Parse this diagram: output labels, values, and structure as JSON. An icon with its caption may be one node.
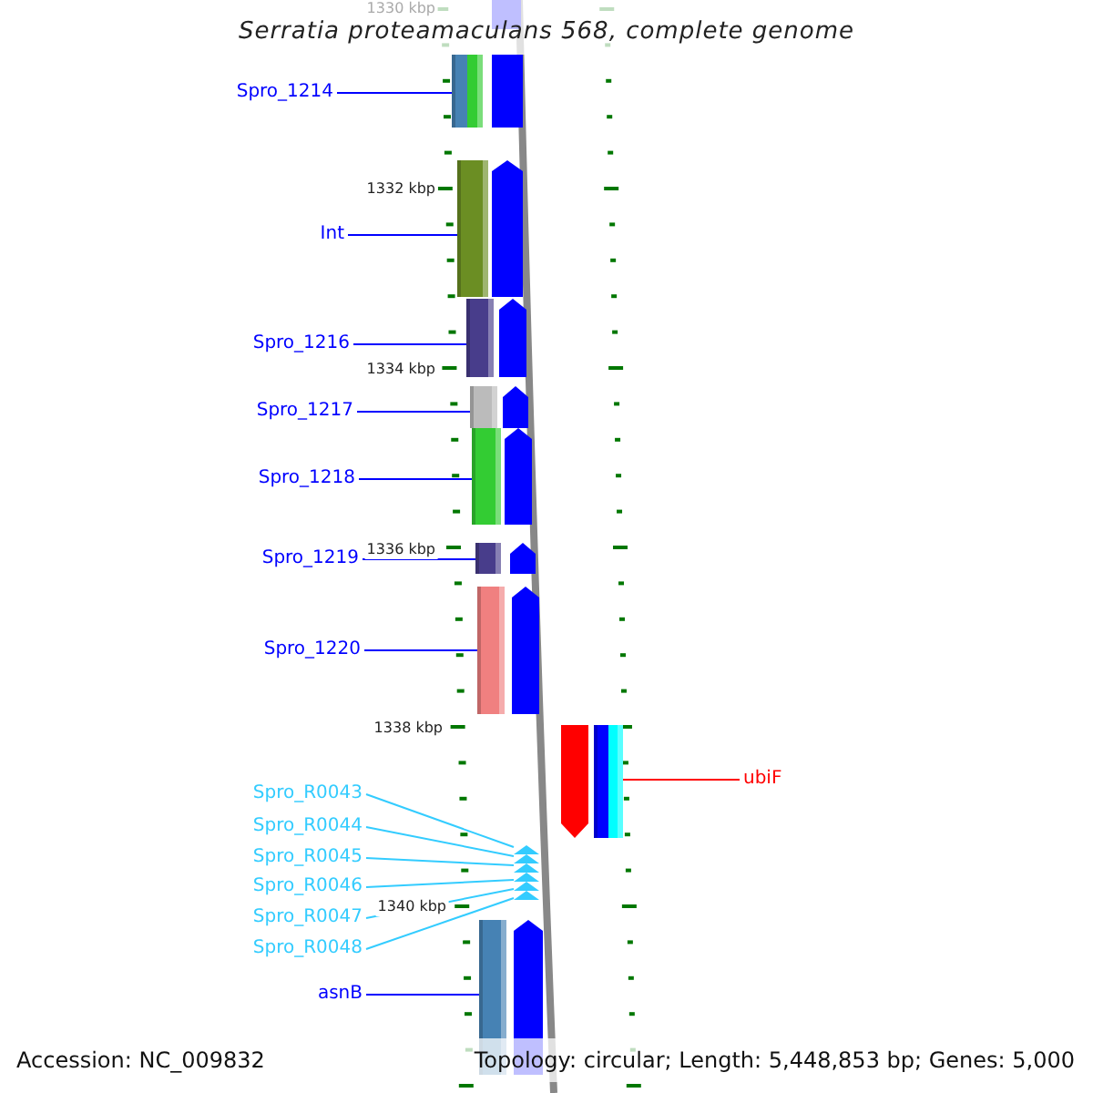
{
  "diagram": {
    "title": "Serratia proteamaculans 568, complete genome",
    "nodes": [
      {
        "text": [
          "Spro_1214"
        ]
      },
      {
        "text": [],
        "shape": "bar"
      },
      {
        "text": [
          "Int"
        ]
      },
      {
        "text": [],
        "shape": "bar"
      },
      {
        "text": [
          "Spro_1216"
        ]
      },
      {
        "text": [],
        "shape": "bar"
      },
      {
        "text": [
          "Spro_1217"
        ]
      },
      {
        "text": [],
        "shape": "bar"
      },
      {
        "text": [
          "Spro_1218"
        ]
      },
      {
        "text": [],
        "shape": "bar"
      },
      {
        "text": [
          "Spro_1219"
        ]
      },
      {
        "text": [],
        "shape": "bar"
      },
      {
        "text": [
          "Spro_1220"
        ]
      },
      {
        "text": [],
        "shape": "bar"
      },
      {
        "text": [],
        "shape": "bar"
      },
      {
        "text": [
          "ubiF"
        ]
      },
      {
        "text": [
          "Spro_R0043"
        ]
      },
      {
        "text": [
          "Spro_R0044"
        ]
      },
      {
        "text": [
          "Spro_R0045"
        ]
      },
      {
        "text": [
          "Spro_R0046"
        ]
      },
      {
        "text": [
          "Spro_R0047"
        ]
      },
      {
        "text": [
          "Spro_R0048"
        ]
      },
      {
        "text": [],
        "shape": "triangle"
      },
      {
        "text": [],
        "shape": "triangle"
      },
      {
        "text": [],
        "shape": "triangle"
      },
      {
        "text": [],
        "shape": "triangle"
      },
      {
        "text": [],
        "shape": "triangle"
      },
      {
        "text": [],
        "shape": "triangle"
      },
      {
        "text": [
          "asnB"
        ]
      },
      {
        "text": [],
        "shape": "bar"
      }
    ],
    "edges": [
      {
        "from": 0,
        "to": 1,
        "arrow": "none"
      },
      {
        "from": 2,
        "to": 3,
        "arrow": "none"
      },
      {
        "from": 4,
        "to": 5,
        "arrow": "none"
      },
      {
        "from": 6,
        "to": 7,
        "arrow": "none"
      },
      {
        "from": 8,
        "to": 9,
        "arrow": "none"
      },
      {
        "from": 10,
        "to": 11,
        "arrow": "none"
      },
      {
        "from": 12,
        "to": 13,
        "arrow": "none"
      },
      {
        "from": 15,
        "to": 14,
        "arrow": "none",
        "color": "#ff0000"
      },
      {
        "from": 16,
        "to": 22,
        "arrow": "none",
        "color": "#33ccff"
      },
      {
        "from": 17,
        "to": 23,
        "arrow": "none",
        "color": "#33ccff"
      },
      {
        "from": 18,
        "to": 24,
        "arrow": "none",
        "color": "#33ccff"
      },
      {
        "from": 19,
        "to": 25,
        "arrow": "none",
        "color": "#33ccff"
      },
      {
        "from": 20,
        "to": 26,
        "arrow": "none",
        "color": "#33ccff"
      },
      {
        "from": 21,
        "to": 27,
        "arrow": "none",
        "color": "#33ccff"
      },
      {
        "from": 28,
        "to": 29,
        "arrow": "none"
      }
    ],
    "labels": [
      "1330 kbp",
      "1332 kbp",
      "1334 kbp",
      "1336 kbp",
      "1338 kbp",
      "1340 kbp",
      "Accession: NC_009832",
      "Topology: circular; Length: 5,448,853 bp; Genes: 5,000"
    ]
  }
}
